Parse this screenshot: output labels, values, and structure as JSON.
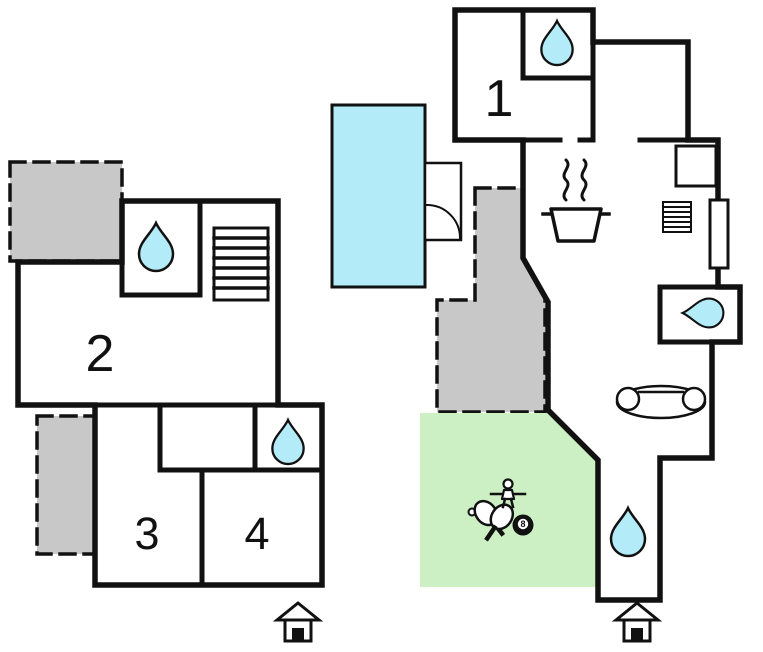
{
  "colors": {
    "wall": "#111111",
    "water": "#b3ecf8",
    "terrace": "#c8c8c8",
    "lawn": "#ccefc4",
    "background": "#ffffff"
  },
  "floors": {
    "upper": {
      "rooms": [
        {
          "label": "2"
        },
        {
          "label": "3"
        },
        {
          "label": "4"
        }
      ]
    },
    "ground": {
      "rooms": [
        {
          "label": "1"
        }
      ]
    }
  },
  "icons": {
    "billiard_ball_number": "8",
    "names": [
      "water-drop-icon",
      "stairs-icon",
      "entrance-icon",
      "stove-icon",
      "sofa-icon",
      "sink-drop-icon",
      "radiator-icon",
      "closet",
      "door-swing-icon",
      "pool",
      "table-tennis-icon",
      "foosball-player-icon",
      "billiard-ball-icon",
      "terrace-area",
      "lawn-area"
    ]
  }
}
